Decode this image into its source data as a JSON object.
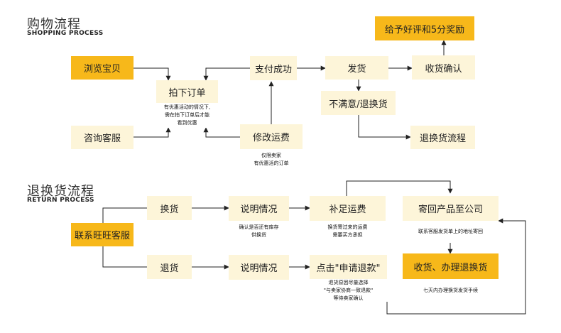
{
  "titles": {
    "shopping_cn": "购物流程",
    "shopping_en": "SHOPPING PROCESS",
    "return_cn": "退换货流程",
    "return_en": "RETURN PROCESS"
  },
  "shopping": {
    "browse": "浏览宝贝",
    "consult": "咨询客服",
    "order": "拍下订单",
    "order_note": [
      "有优惠活动的情况下,",
      "需在拍下订单后才能",
      "看到优惠"
    ],
    "pay": "支付成功",
    "modify_shipping": "修改运费",
    "modify_note": [
      "仅限卖家",
      "有优惠活的订单"
    ],
    "ship": "发货",
    "unsatisfied": "不满意/退换货",
    "return_flow": "退换货流程",
    "receive_confirm": "收货确认",
    "review": "给予好评和5分奖励"
  },
  "returns": {
    "contact": "联系旺旺客服",
    "exchange": "换货",
    "refund": "退货",
    "explain1": "说明情况",
    "explain1_note": [
      "确认是否还有库存",
      "供换货"
    ],
    "explain2": "说明情况",
    "extra_shipping": "补足运费",
    "extra_note": [
      "换货寄过来的运费",
      "需要买方承担"
    ],
    "apply_refund": "点击\"申请退款\"",
    "apply_note": [
      "退货原因尽量选择",
      "\"与卖家协商一致退款\"",
      "等待卖家确认"
    ],
    "send_back": "寄回产品至公司",
    "send_back_note": [
      "联系客服发货单上的地址寄回"
    ],
    "receive_process": "收货、办理退换货",
    "receive_note": [
      "七天内办理换货发货手续"
    ]
  },
  "colors": {
    "accent": "#f7b81a",
    "light_box": "#fdf5d9",
    "arrow": "#222222"
  }
}
